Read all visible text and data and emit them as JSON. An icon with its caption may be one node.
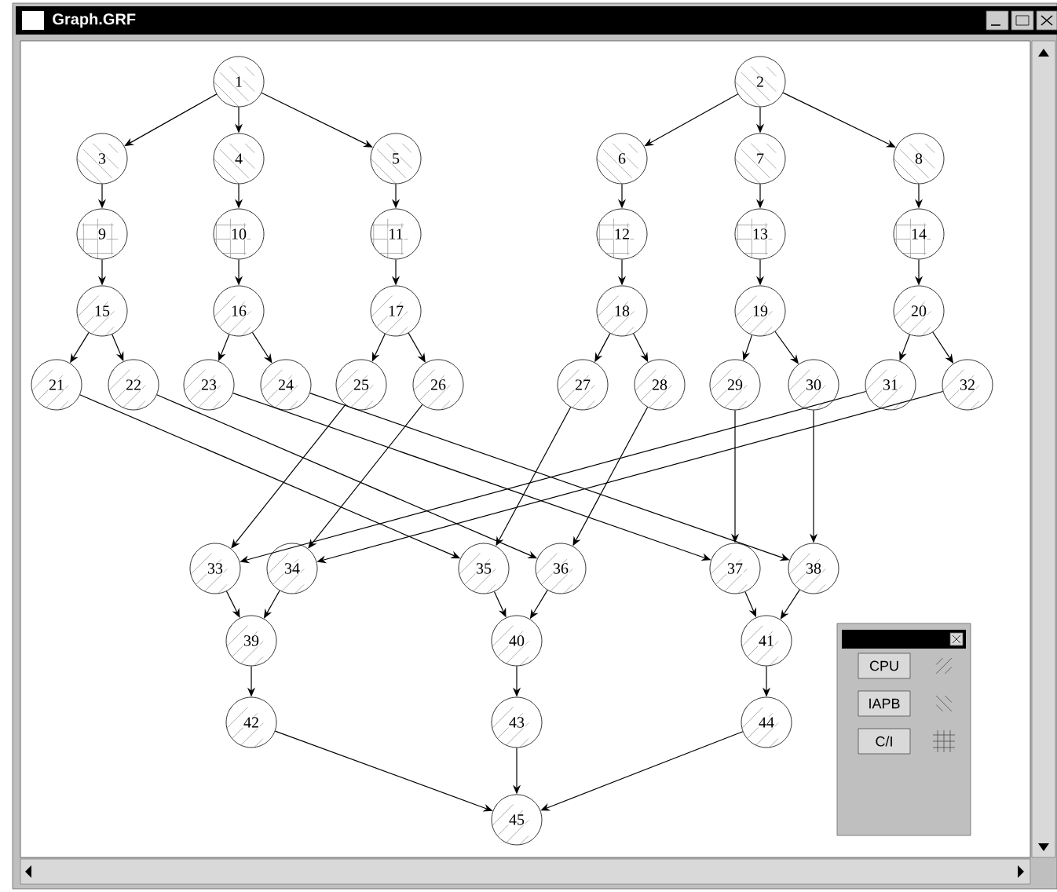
{
  "diagram": {
    "title": "Graph.GRF",
    "nodes": [
      {
        "text": [
          "1"
        ]
      },
      {
        "text": [
          "2"
        ]
      },
      {
        "text": [
          "3"
        ]
      },
      {
        "text": [
          "4"
        ]
      },
      {
        "text": [
          "5"
        ]
      },
      {
        "text": [
          "6"
        ]
      },
      {
        "text": [
          "7"
        ]
      },
      {
        "text": [
          "8"
        ]
      },
      {
        "text": [
          "9"
        ]
      },
      {
        "text": [
          "10"
        ]
      },
      {
        "text": [
          "11"
        ]
      },
      {
        "text": [
          "12"
        ]
      },
      {
        "text": [
          "13"
        ]
      },
      {
        "text": [
          "14"
        ]
      },
      {
        "text": [
          "15"
        ]
      },
      {
        "text": [
          "16"
        ]
      },
      {
        "text": [
          "17"
        ]
      },
      {
        "text": [
          "18"
        ]
      },
      {
        "text": [
          "19"
        ]
      },
      {
        "text": [
          "20"
        ]
      },
      {
        "text": [
          "21"
        ]
      },
      {
        "text": [
          "22"
        ]
      },
      {
        "text": [
          "23"
        ]
      },
      {
        "text": [
          "24"
        ]
      },
      {
        "text": [
          "25"
        ]
      },
      {
        "text": [
          "26"
        ]
      },
      {
        "text": [
          "27"
        ]
      },
      {
        "text": [
          "28"
        ]
      },
      {
        "text": [
          "29"
        ]
      },
      {
        "text": [
          "30"
        ]
      },
      {
        "text": [
          "31"
        ]
      },
      {
        "text": [
          "32"
        ]
      },
      {
        "text": [
          "33"
        ]
      },
      {
        "text": [
          "34"
        ]
      },
      {
        "text": [
          "35"
        ]
      },
      {
        "text": [
          "36"
        ]
      },
      {
        "text": [
          "37"
        ]
      },
      {
        "text": [
          "38"
        ]
      },
      {
        "text": [
          "39"
        ]
      },
      {
        "text": [
          "40"
        ]
      },
      {
        "text": [
          "41"
        ]
      },
      {
        "text": [
          "42"
        ]
      },
      {
        "text": [
          "43"
        ]
      },
      {
        "text": [
          "44"
        ]
      },
      {
        "text": [
          "45"
        ]
      }
    ],
    "edges": [
      {
        "from": 0,
        "to": 2,
        "arrow": "to"
      },
      {
        "from": 0,
        "to": 3,
        "arrow": "to"
      },
      {
        "from": 0,
        "to": 4,
        "arrow": "to"
      },
      {
        "from": 1,
        "to": 5,
        "arrow": "to"
      },
      {
        "from": 1,
        "to": 6,
        "arrow": "to"
      },
      {
        "from": 1,
        "to": 7,
        "arrow": "to"
      },
      {
        "from": 2,
        "to": 8,
        "arrow": "to"
      },
      {
        "from": 3,
        "to": 9,
        "arrow": "to"
      },
      {
        "from": 4,
        "to": 10,
        "arrow": "to"
      },
      {
        "from": 5,
        "to": 11,
        "arrow": "to"
      },
      {
        "from": 6,
        "to": 12,
        "arrow": "to"
      },
      {
        "from": 7,
        "to": 13,
        "arrow": "to"
      },
      {
        "from": 8,
        "to": 14,
        "arrow": "to"
      },
      {
        "from": 9,
        "to": 15,
        "arrow": "to"
      },
      {
        "from": 10,
        "to": 16,
        "arrow": "to"
      },
      {
        "from": 11,
        "to": 17,
        "arrow": "to"
      },
      {
        "from": 12,
        "to": 18,
        "arrow": "to"
      },
      {
        "from": 13,
        "to": 19,
        "arrow": "to"
      },
      {
        "from": 14,
        "to": 20,
        "arrow": "to"
      },
      {
        "from": 14,
        "to": 21,
        "arrow": "to"
      },
      {
        "from": 15,
        "to": 22,
        "arrow": "to"
      },
      {
        "from": 15,
        "to": 23,
        "arrow": "to"
      },
      {
        "from": 16,
        "to": 24,
        "arrow": "to"
      },
      {
        "from": 16,
        "to": 25,
        "arrow": "to"
      },
      {
        "from": 17,
        "to": 26,
        "arrow": "to"
      },
      {
        "from": 17,
        "to": 27,
        "arrow": "to"
      },
      {
        "from": 18,
        "to": 28,
        "arrow": "to"
      },
      {
        "from": 18,
        "to": 29,
        "arrow": "to"
      },
      {
        "from": 19,
        "to": 30,
        "arrow": "to"
      },
      {
        "from": 19,
        "to": 31,
        "arrow": "to"
      },
      {
        "from": 20,
        "to": 34,
        "arrow": "to"
      },
      {
        "from": 21,
        "to": 35,
        "arrow": "to"
      },
      {
        "from": 22,
        "to": 36,
        "arrow": "to"
      },
      {
        "from": 23,
        "to": 37,
        "arrow": "to"
      },
      {
        "from": 24,
        "to": 32,
        "arrow": "to"
      },
      {
        "from": 25,
        "to": 33,
        "arrow": "to"
      },
      {
        "from": 26,
        "to": 34,
        "arrow": "to"
      },
      {
        "from": 27,
        "to": 35,
        "arrow": "to"
      },
      {
        "from": 28,
        "to": 36,
        "arrow": "to"
      },
      {
        "from": 29,
        "to": 37,
        "arrow": "to"
      },
      {
        "from": 30,
        "to": 32,
        "arrow": "to"
      },
      {
        "from": 31,
        "to": 33,
        "arrow": "to"
      },
      {
        "from": 32,
        "to": 38,
        "arrow": "to"
      },
      {
        "from": 33,
        "to": 38,
        "arrow": "to"
      },
      {
        "from": 34,
        "to": 39,
        "arrow": "to"
      },
      {
        "from": 35,
        "to": 39,
        "arrow": "to"
      },
      {
        "from": 36,
        "to": 40,
        "arrow": "to"
      },
      {
        "from": 37,
        "to": 40,
        "arrow": "to"
      },
      {
        "from": 38,
        "to": 41,
        "arrow": "to"
      },
      {
        "from": 39,
        "to": 42,
        "arrow": "to"
      },
      {
        "from": 40,
        "to": 43,
        "arrow": "to"
      },
      {
        "from": 41,
        "to": 44,
        "arrow": "to"
      },
      {
        "from": 42,
        "to": 44,
        "arrow": "to"
      },
      {
        "from": 43,
        "to": 44,
        "arrow": "to"
      }
    ],
    "legend": [
      {
        "text": "CPU"
      },
      {
        "text": "IAPB"
      },
      {
        "text": "C/I"
      }
    ]
  }
}
